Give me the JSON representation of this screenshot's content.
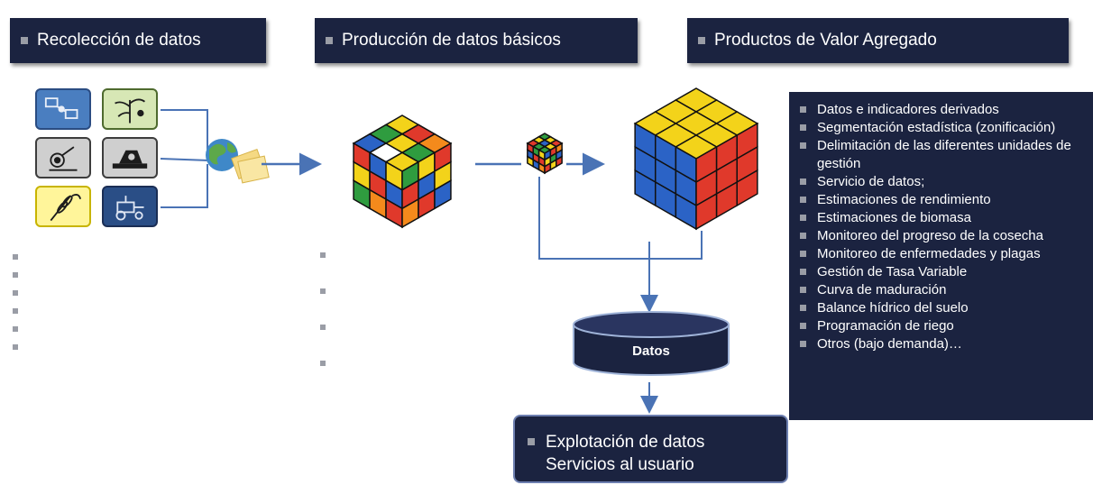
{
  "headers": {
    "collection": "Recolección de datos",
    "basic": "Producción de datos básicos",
    "value_added": "Productos de Valor Agregado"
  },
  "icons": [
    "satellite-icon",
    "farmer-plant-icon",
    "microscope-icon",
    "machinery-icon",
    "wheat-icon",
    "tractor-icon",
    "globe-icon",
    "documents-icon",
    "rubik-cube-icon"
  ],
  "products": [
    "Datos e indicadores derivados",
    "Segmentación estadística (zonificación)",
    "Delimitación de las diferentes unidades de gestión",
    "Servicio de datos;",
    "Estimaciones de rendimiento",
    "Estimaciones de biomasa",
    "Monitoreo del progreso de la cosecha",
    "Monitoreo de enfermedades y plagas",
    "Gestión de Tasa Variable",
    "Curva de maduración",
    "Balance hídrico del suelo",
    "Programación de riego",
    "Otros (bajo demanda)…"
  ],
  "database": {
    "label": "Datos"
  },
  "exploitation": {
    "line1": "Explotación de datos",
    "line2": "Servicios al usuario"
  },
  "colors": {
    "header_bg": "#1b2340",
    "arrow": "#4a73b5",
    "bullet": "#9a9da6"
  }
}
